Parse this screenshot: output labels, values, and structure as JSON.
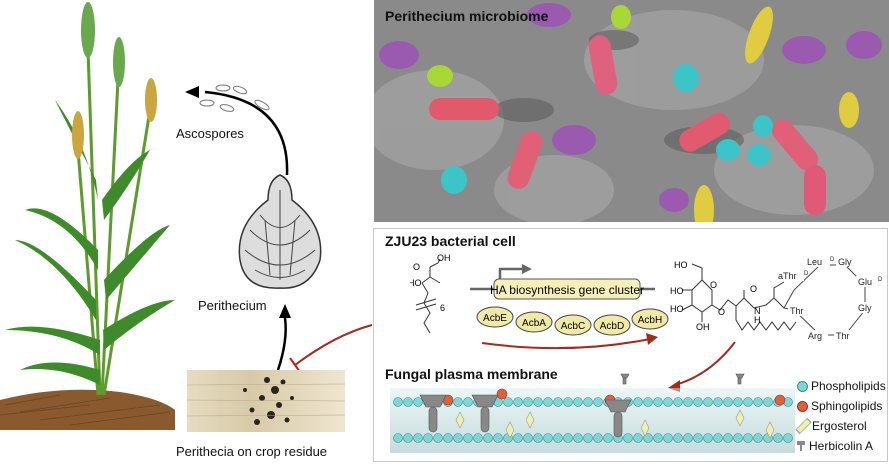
{
  "left": {
    "ascospores_label": "Ascospores",
    "perithecium_label": "Perithecium",
    "crop_residue_label": "Perithecia on crop residue"
  },
  "microbiome": {
    "title": "Perithecium microbiome"
  },
  "cell_panel": {
    "title": "ZJU23 bacterial cell",
    "gene_cluster_label": "HA biosynthesis gene cluster",
    "genes": [
      "AcbE",
      "AcbA",
      "AcbC",
      "AcbD",
      "AcbH"
    ],
    "fatty_acid": {
      "oh_top": "OH",
      "o": "O",
      "ho": "HO",
      "repeat": "6"
    },
    "herbicolin": {
      "ho1": "HO",
      "ho2": "HO",
      "ho3": "HO",
      "oh": "OH",
      "o_ring": "O",
      "o_link": "O",
      "o_amide": "O",
      "n": "N",
      "h": "H",
      "residues": [
        "Leu",
        "Gly",
        "Glu",
        "Gly",
        "Thr",
        "Arg",
        "Thr",
        "aThr"
      ],
      "d_sup": "D"
    },
    "membrane_title": "Fungal plasma membrane",
    "legend": [
      "Phospholipids",
      "Sphingolipids",
      "Ergosterol",
      "Herbicolin A"
    ]
  },
  "colors": {
    "arrow_red": "#a52a1e",
    "phospholipid": "#7fd6d6",
    "sphingolipid": "#e0603c",
    "ergosterol": "#eef0b0",
    "gene_box": "#f5f0b8",
    "leaf_green": "#3f8a2a"
  }
}
